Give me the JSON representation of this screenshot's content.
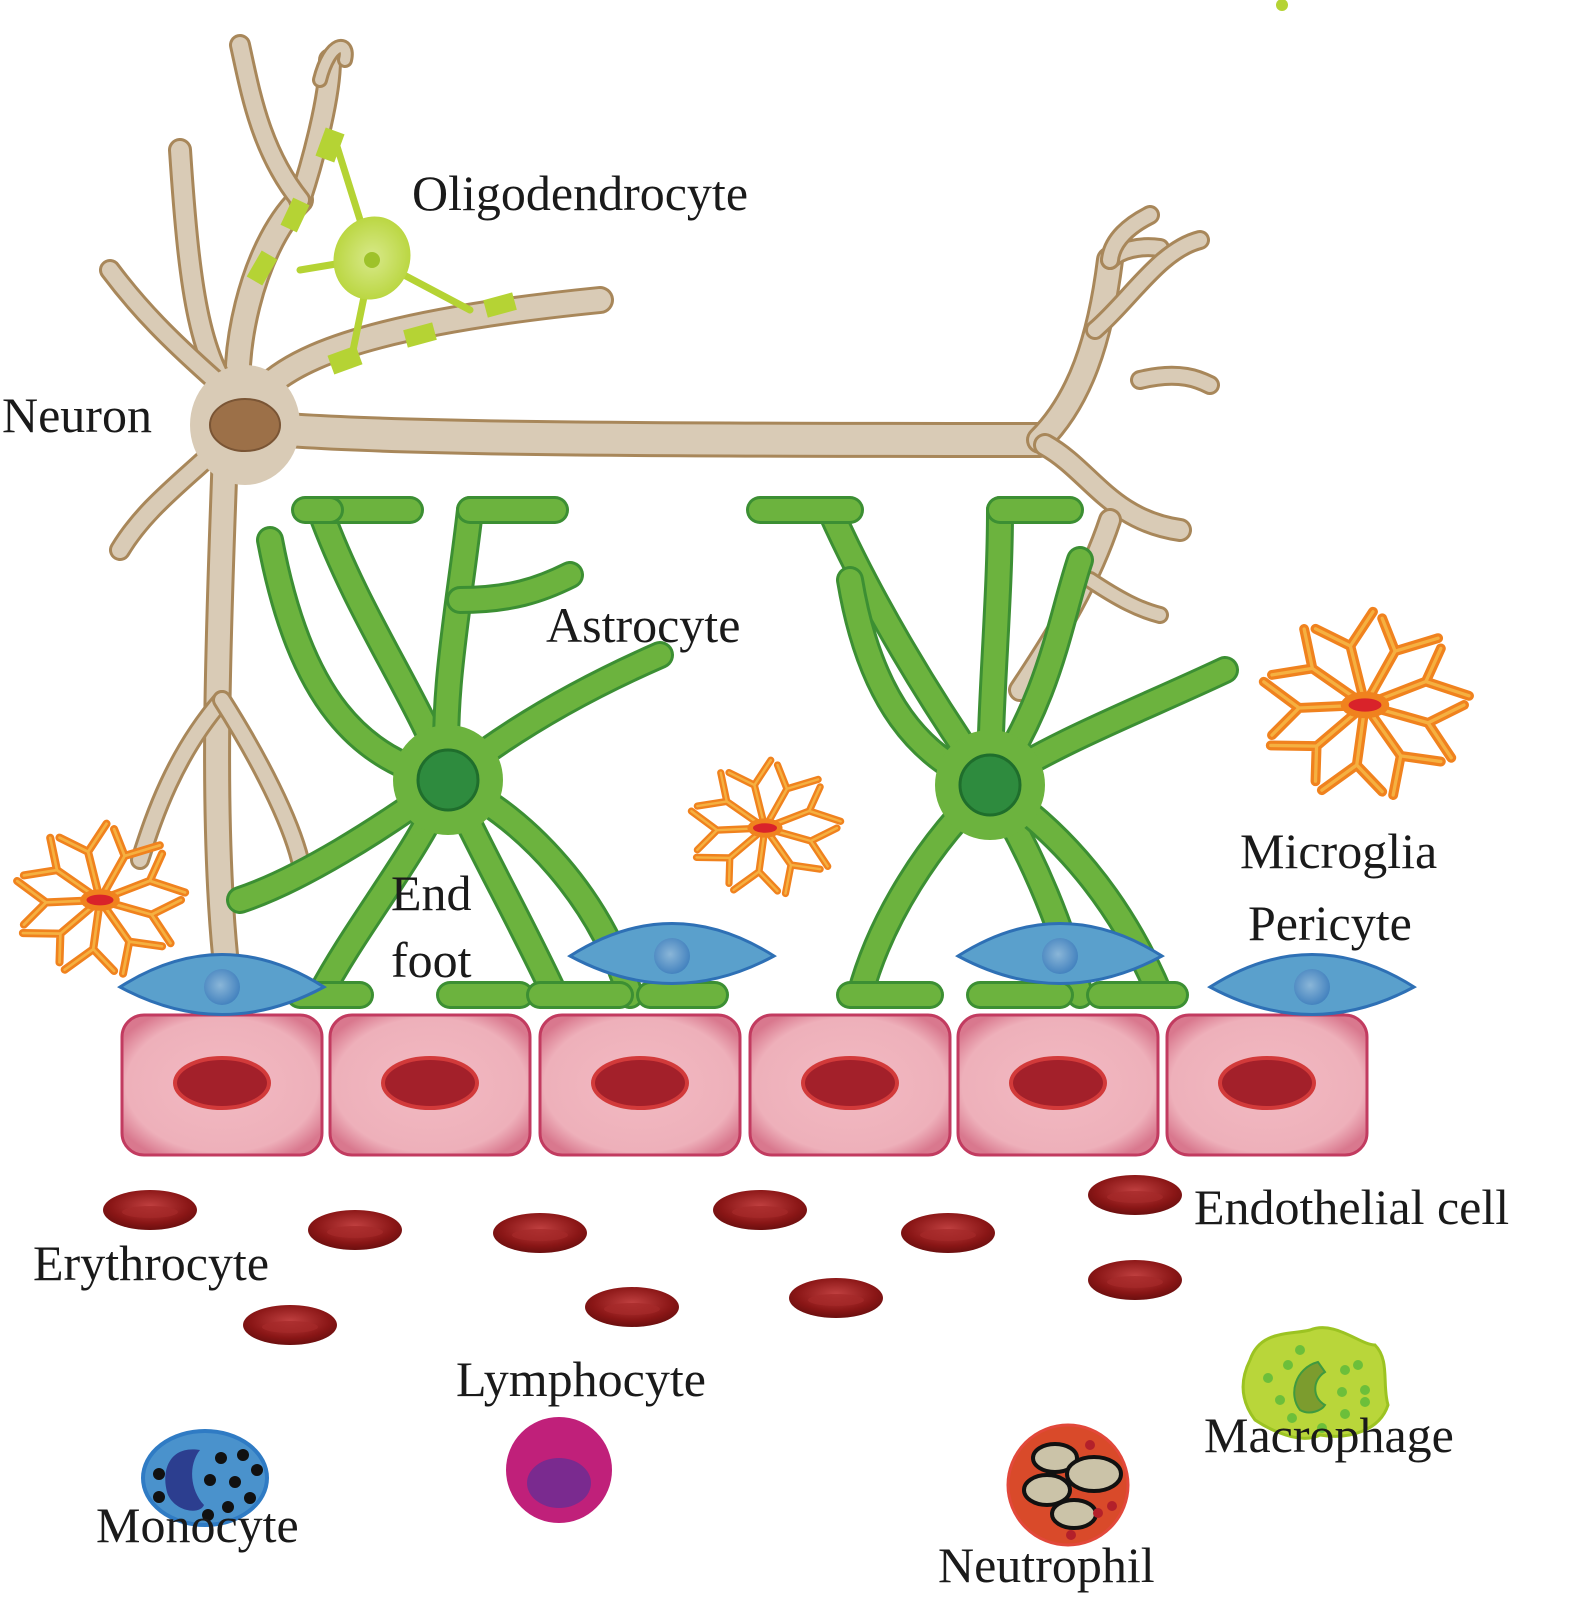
{
  "figure": {
    "description": "Neurovascular unit / blood-brain barrier schematic",
    "colors": {
      "neuron": "#d9cbb6",
      "neuron_outline": "#a8875a",
      "neuron_nucleus": "#9c7048",
      "oligodendrocyte": "#b5d334",
      "astrocyte": "#6cb33e",
      "astrocyte_outline": "#3c8f33",
      "astrocyte_nucleus": "#2e8b3e",
      "microglia": "#f0821e",
      "microglia_inner": "#f5b040",
      "pericyte": "#5aa0cc",
      "pericyte_outline": "#2e70b5",
      "endothelial": "#f0b6bf",
      "endothelial_outline": "#c23b60",
      "endothelial_nucleus": "#a3202a",
      "erythrocyte": "#8c1a1a",
      "monocyte": "#4a92cc",
      "lymphocyte": "#c0207a",
      "neutrophil": "#d94a2a",
      "macrophage": "#b9d63a"
    }
  },
  "labels": {
    "oligodendrocyte": "Oligodendrocyte",
    "neuron": "Neuron",
    "astrocyte": "Astrocyte",
    "end_foot_1": "End",
    "end_foot_2": "foot",
    "microglia": "Microglia",
    "pericyte": "Pericyte",
    "endothelial_cell": "Endothelial cell",
    "erythrocyte": "Erythrocyte",
    "lymphocyte": "Lymphocyte",
    "monocyte": "Monocyte",
    "neutrophil": "Neutrophil",
    "macrophage": "Macrophage"
  },
  "counts": {
    "endothelial_cells": 6,
    "pericytes": 4,
    "astrocytes": 2,
    "microglia": 3,
    "erythrocytes": 10
  }
}
